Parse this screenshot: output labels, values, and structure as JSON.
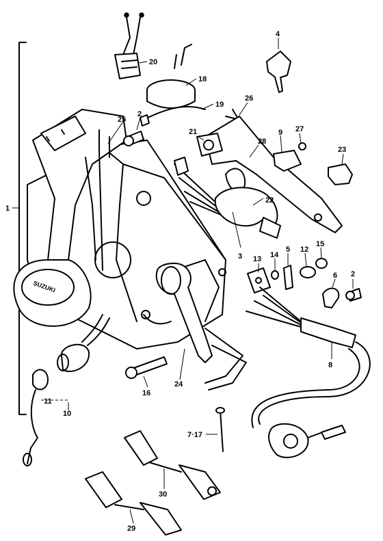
{
  "diagram": {
    "labels": [
      {
        "id": "1",
        "text": "1"
      },
      {
        "id": "2a",
        "text": "2"
      },
      {
        "id": "2b",
        "text": "2"
      },
      {
        "id": "3",
        "text": "3"
      },
      {
        "id": "4",
        "text": "4"
      },
      {
        "id": "5",
        "text": "5"
      },
      {
        "id": "6",
        "text": "6"
      },
      {
        "id": "8",
        "text": "8"
      },
      {
        "id": "9",
        "text": "9"
      },
      {
        "id": "10",
        "text": "10"
      },
      {
        "id": "11",
        "text": "11"
      },
      {
        "id": "12",
        "text": "12"
      },
      {
        "id": "13",
        "text": "13"
      },
      {
        "id": "14",
        "text": "14"
      },
      {
        "id": "15",
        "text": "15"
      },
      {
        "id": "16",
        "text": "16"
      },
      {
        "id": "17",
        "text": "7·17"
      },
      {
        "id": "18",
        "text": "18"
      },
      {
        "id": "19",
        "text": "19"
      },
      {
        "id": "20",
        "text": "20"
      },
      {
        "id": "21",
        "text": "21"
      },
      {
        "id": "22",
        "text": "22"
      },
      {
        "id": "23",
        "text": "23"
      },
      {
        "id": "24",
        "text": "24"
      },
      {
        "id": "25",
        "text": "25"
      },
      {
        "id": "26",
        "text": "26"
      },
      {
        "id": "27",
        "text": "27"
      },
      {
        "id": "28",
        "text": "28"
      },
      {
        "id": "29",
        "text": "29"
      },
      {
        "id": "30",
        "text": "30"
      }
    ],
    "brand_mark": "SUZUKI"
  }
}
